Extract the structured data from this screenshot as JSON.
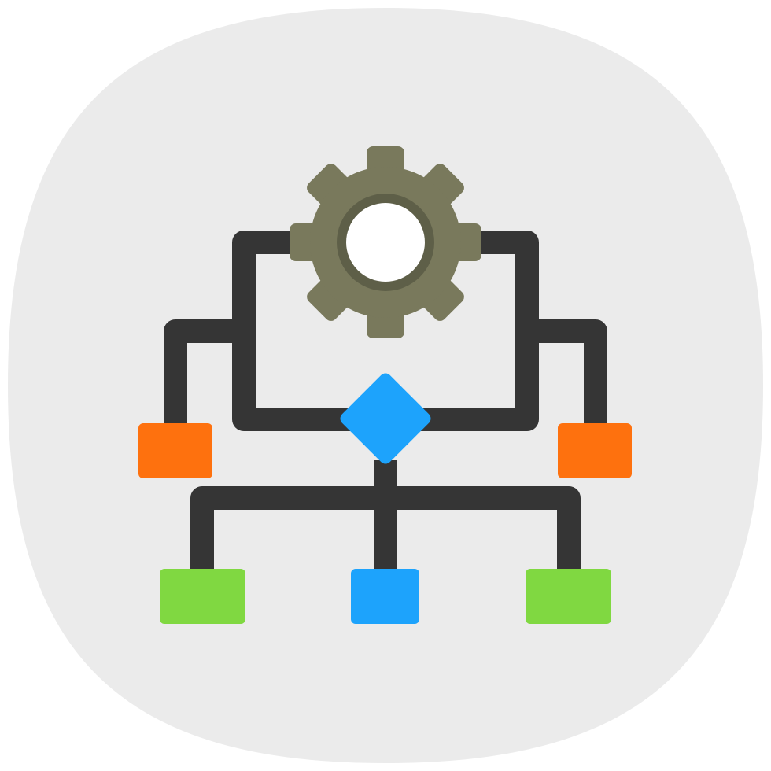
{
  "icon": {
    "name": "workflow-icon",
    "description_parts": [
      "squircle-background",
      "gear-icon",
      "decision-diamond",
      "process-boxes",
      "connector-lines"
    ]
  },
  "colors": {
    "background_shape": "#ebebeb",
    "page": "#ffffff",
    "connector": "#353535",
    "gear": "#79795c",
    "gear_ring": "#5e5f48",
    "gear_hole": "#ffffff",
    "diamond": "#1da3fc",
    "orange_box": "#fe710e",
    "green_box": "#80d841",
    "blue_box": "#1da3fc"
  }
}
